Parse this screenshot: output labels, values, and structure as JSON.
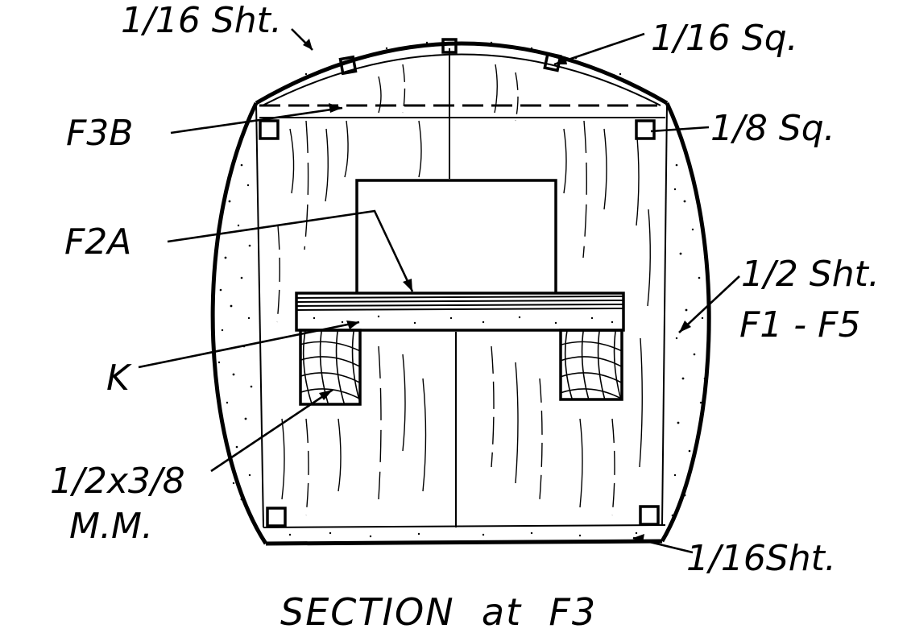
{
  "diagram": {
    "title": "SECTION  at  F3",
    "labels": {
      "top_sheet": "1/16 Sht.",
      "top_square": "1/16 Sq.",
      "former_f3b": "F3B",
      "corner_square": "1/8 Sq.",
      "former_f2a": "F2A",
      "side_sheet_line1": "1/2 Sht.",
      "side_sheet_line2": "F1 - F5",
      "part_k": "K",
      "mount_line1": "1/2x3/8",
      "mount_line2": "M.M.",
      "bottom_sheet": "1/16Sht."
    },
    "line_color": "#000000",
    "background": "#ffffff"
  }
}
